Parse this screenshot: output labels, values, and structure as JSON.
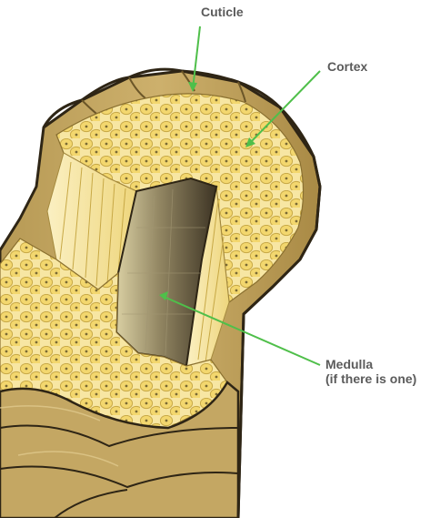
{
  "labels": {
    "cuticle": "Cuticle",
    "cortex": "Cortex",
    "medulla": "Medulla",
    "medulla_note": "(if there is one)"
  },
  "colors": {
    "label_text": "#5b5b5b",
    "leader_line": "#4fbf4a",
    "cuticle_fill": "#c2a45c",
    "cortex_cells": "#f1d77a",
    "medulla_core": "#5c5037",
    "outline": "#2e2515"
  }
}
